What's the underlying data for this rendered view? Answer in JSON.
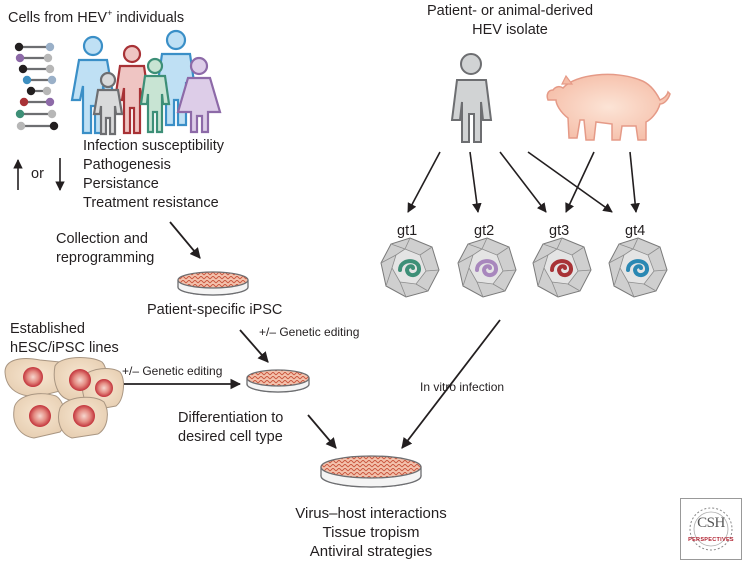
{
  "cells_title": {
    "main": "Cells from HEV",
    "sup": "+",
    "rest": " individuals"
  },
  "isolate_title": [
    "Patient- or animal-derived",
    "HEV isolate"
  ],
  "or_label": "or",
  "traits": [
    "Infection susceptibility",
    "Pathogenesis",
    "Persistance",
    "Treatment resistance"
  ],
  "collection": [
    "Collection and",
    "reprogramming"
  ],
  "patient_ipsc": "Patient-specific iPSC",
  "editing_1": "+/– Genetic editing",
  "established": [
    "Established",
    "hESC/iPSC lines"
  ],
  "editing_2": "+/– Genetic editing",
  "differentiation": [
    "Differentiation to",
    "desired cell type"
  ],
  "in_vitro": "In vitro infection",
  "genotypes": [
    {
      "label": "gt1",
      "color": "#3d8f77"
    },
    {
      "label": "gt2",
      "color": "#a887bd"
    },
    {
      "label": "gt3",
      "color": "#a83236"
    },
    {
      "label": "gt4",
      "color": "#2a88b3"
    }
  ],
  "outcomes": [
    "Virus–host interactions",
    "Tissue tropism",
    "Antiviral strategies"
  ],
  "logo": {
    "main": "CSH",
    "sub": "PERSPECTIVES"
  }
}
